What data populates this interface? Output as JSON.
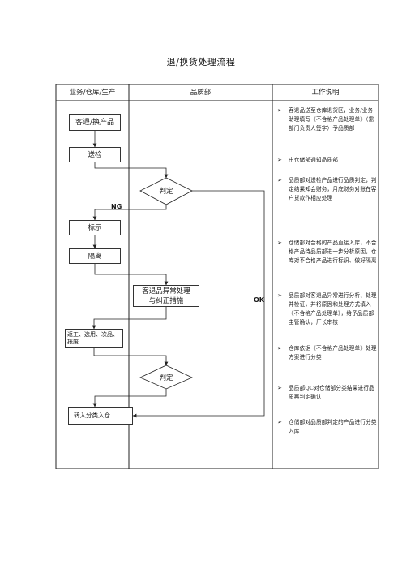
{
  "title": "退/换货处理流程",
  "headers": {
    "col1": "业务/仓库/生产",
    "col2": "品质部",
    "col3": "工作说明"
  },
  "nodes": {
    "return_goods": "客退/换产品",
    "send_inspect": "送检",
    "judge1": "判定",
    "label": "标示",
    "isolate": "隔离",
    "abnormal": "客退品异常处理与纠正措施",
    "rework": "返工、选用、次品、报废",
    "judge2": "判定",
    "transfer": "转入分类入仓"
  },
  "edge_labels": {
    "ng": "NG",
    "ok": "OK"
  },
  "notes": [
    {
      "marker": "➢",
      "text": "客退品送至仓库退货区，业务/业务助理填写《不合格产品处理单》（需部门负责人签字）予品质部"
    },
    {
      "marker": "➢",
      "text": "由仓储部通知品质部"
    },
    {
      "marker": "➢",
      "text": "品质部对送检产品进行品质判定，判定结果知会财务，月底财务对账在客户货款作相应处理"
    },
    {
      "marker": "➢",
      "text": "仓储部对合格的产品直接入库，不合格产品待品质部进一步分析原因，仓库对不合格产品进行标识、做好隔离"
    },
    {
      "marker": "➢",
      "text": "品质部对客退品异常进行分析、处理并检证，并将原因和处理方式填入《不合格产品处理单》，给予品质部主管确认，厂长审核"
    },
    {
      "marker": "➢",
      "text": "仓库依据《不合格产品处理单》处理方案进行分类"
    },
    {
      "marker": "➢",
      "text": "品质部QC对仓储部分类结果进行品质再判定确认"
    },
    {
      "marker": "➢",
      "text": "仓储部对品质部判定的产品进行分类入库"
    }
  ]
}
